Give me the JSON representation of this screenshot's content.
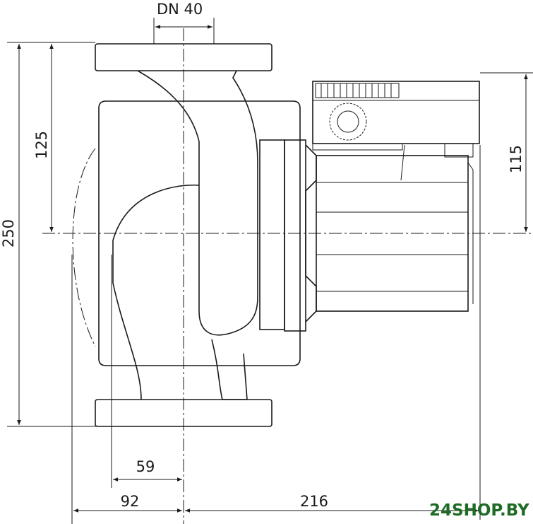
{
  "dimensions": {
    "flange_nominal": "DN 40",
    "total_height": "250",
    "half_height": "125",
    "module_height": "115",
    "inlet_offset": "59",
    "left_extent": "92",
    "right_extent": "216"
  },
  "watermark": "24SHOP.BY",
  "colors": {
    "line": "#1a1a1a",
    "watermark": "#1e6b25"
  }
}
